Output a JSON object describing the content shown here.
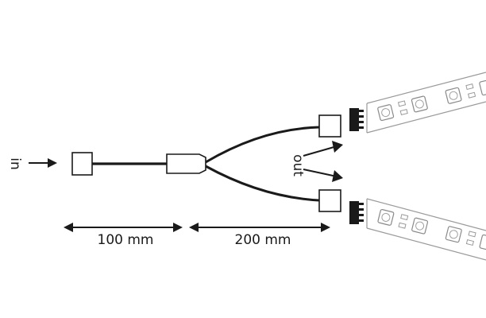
{
  "labels": {
    "input": "in",
    "output": "out",
    "length_1": "100 mm",
    "length_2": "200 mm"
  },
  "colors": {
    "line": "#1a1a1a",
    "strip": "#9a9a9a",
    "background": "#ffffff"
  },
  "icons": [
    "input-arrow-icon",
    "output-arrow-icon",
    "dimension-arrow-icon",
    "led-strip-icon",
    "connector-icon"
  ]
}
